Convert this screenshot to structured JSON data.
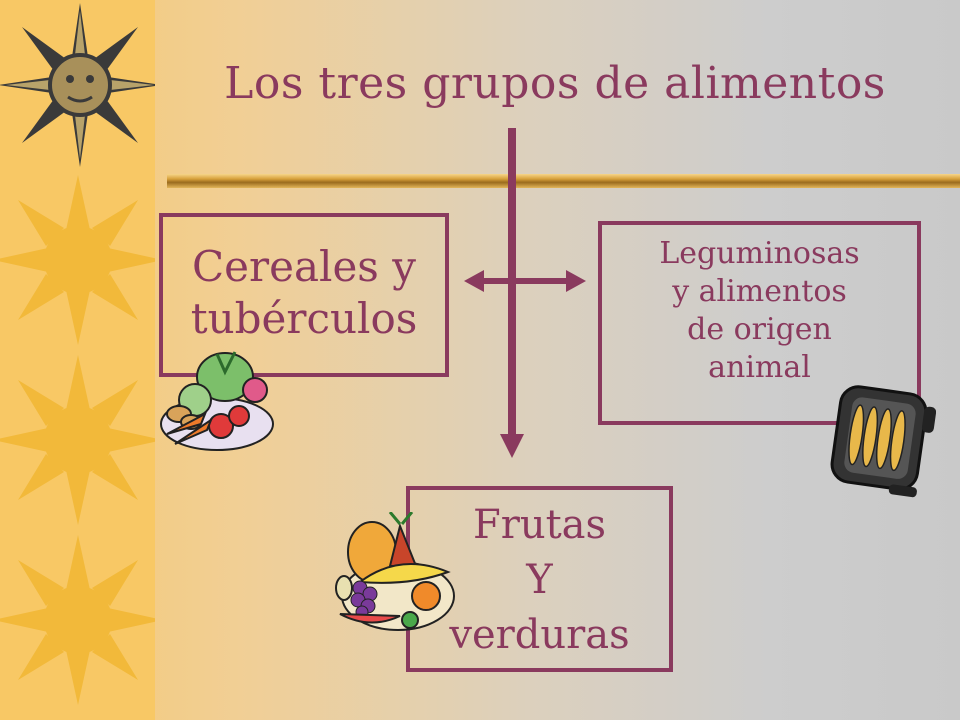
{
  "slide": {
    "title": "Los tres grupos de alimentos",
    "groups": {
      "cereales": {
        "lines": [
          "Cereales y",
          "tubérculos"
        ]
      },
      "leguminosas": {
        "lines": [
          "Leguminosas",
          "y alimentos",
          "de origen",
          "animal"
        ]
      },
      "frutas": {
        "lines": [
          "Frutas",
          "Y",
          "verduras"
        ]
      }
    }
  },
  "colors": {
    "accent": "#8a3a5e",
    "sidebar": "#f8c865",
    "gold_bar": "#c98f2e"
  },
  "icons": [
    "sun-face-icon",
    "sun-icon",
    "vegetables-clipart-icon",
    "fish-grill-clipart-icon",
    "fruits-clipart-icon"
  ]
}
